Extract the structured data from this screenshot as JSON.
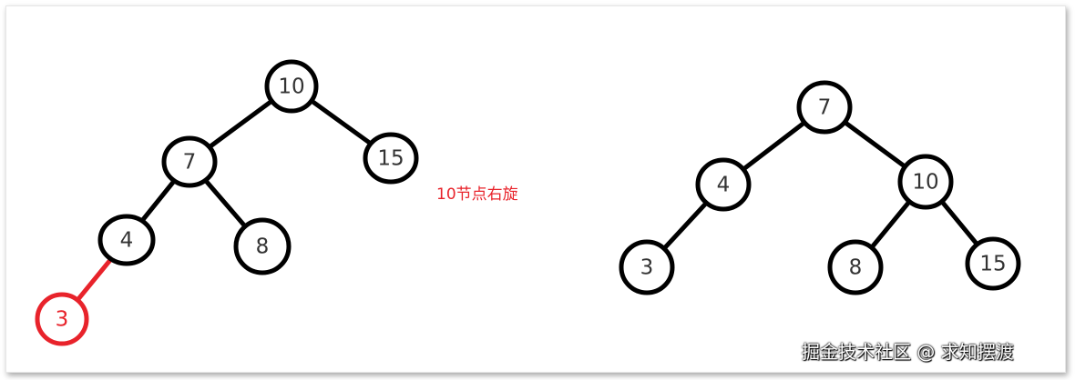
{
  "caption": "10节点右旋",
  "watermark": "掘金技术社区 @ 求知摆渡",
  "colors": {
    "stroke": "#000000",
    "highlight": "#e8232b",
    "label": "#333333"
  },
  "trees": [
    {
      "name": "before-rotation",
      "nodes": [
        {
          "id": "b10",
          "label": "10"
        },
        {
          "id": "b7",
          "label": "7"
        },
        {
          "id": "b15",
          "label": "15"
        },
        {
          "id": "b4",
          "label": "4"
        },
        {
          "id": "b8",
          "label": "8"
        },
        {
          "id": "b3",
          "label": "3",
          "highlight": true
        }
      ],
      "edges": [
        {
          "from": "b10",
          "to": "b7"
        },
        {
          "from": "b10",
          "to": "b15"
        },
        {
          "from": "b7",
          "to": "b4"
        },
        {
          "from": "b7",
          "to": "b8"
        },
        {
          "from": "b4",
          "to": "b3",
          "highlight": true
        }
      ]
    },
    {
      "name": "after-rotation",
      "nodes": [
        {
          "id": "a7",
          "label": "7"
        },
        {
          "id": "a4",
          "label": "4"
        },
        {
          "id": "a10",
          "label": "10"
        },
        {
          "id": "a3",
          "label": "3"
        },
        {
          "id": "a8",
          "label": "8"
        },
        {
          "id": "a15",
          "label": "15"
        }
      ],
      "edges": [
        {
          "from": "a7",
          "to": "a4"
        },
        {
          "from": "a7",
          "to": "a10"
        },
        {
          "from": "a4",
          "to": "a3"
        },
        {
          "from": "a10",
          "to": "a8"
        },
        {
          "from": "a10",
          "to": "a15"
        }
      ]
    }
  ]
}
